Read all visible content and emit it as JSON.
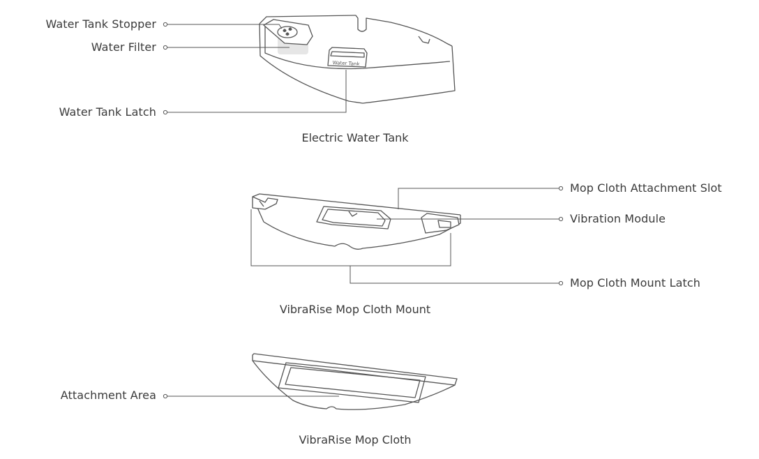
{
  "tank": {
    "caption": "Electric Water Tank",
    "stopper_label": "Water Tank Stopper",
    "filter_label": "Water Filter",
    "latch_label": "Water Tank Latch",
    "embossed_text": "Water Tank"
  },
  "mount": {
    "caption": "VibraRise Mop Cloth Mount",
    "slot_label": "Mop Cloth Attachment Slot",
    "vibration_label": "Vibration Module",
    "latch_label": "Mop Cloth Mount Latch"
  },
  "cloth": {
    "caption": "VibraRise Mop Cloth",
    "area_label": "Attachment Area"
  },
  "colors": {
    "line": "#555555",
    "text": "#3a3a3a",
    "filter_fill": "#e6e6e6"
  }
}
